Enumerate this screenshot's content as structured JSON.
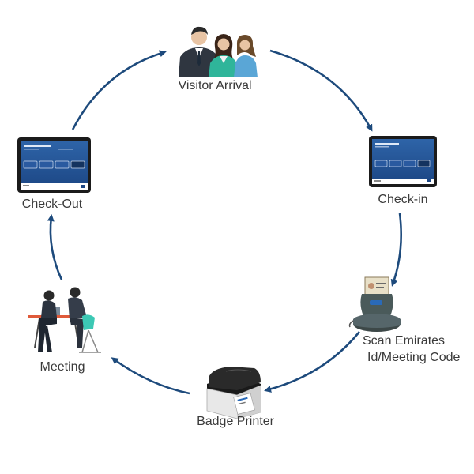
{
  "flow": {
    "steps": [
      {
        "label": "Visitor Arrival",
        "icon": "visitors-group-icon"
      },
      {
        "label": "Check-in",
        "icon": "kiosk-tablet-icon"
      },
      {
        "label_line1": "Scan Emirates",
        "label_line2": "Id/Meeting Code",
        "icon": "id-scanner-icon"
      },
      {
        "label": "Badge Printer",
        "icon": "badge-printer-icon"
      },
      {
        "label": "Meeting",
        "icon": "meeting-people-icon"
      },
      {
        "label": "Check-Out",
        "icon": "kiosk-tablet-icon"
      }
    ],
    "arrow_color": "#1d4a7c"
  }
}
